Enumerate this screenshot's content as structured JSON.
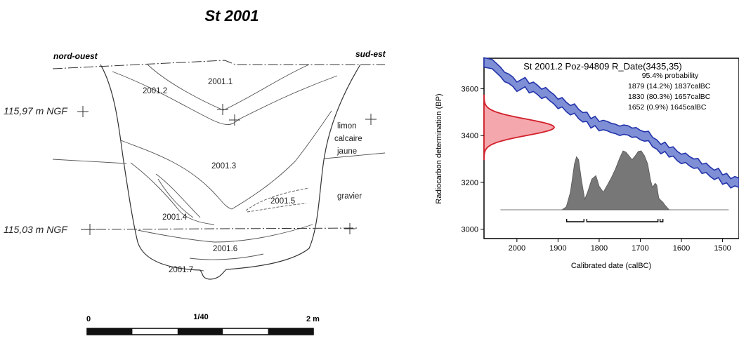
{
  "title": "St 2001",
  "section": {
    "orientation_left": "nord-ouest",
    "orientation_right": "sud-est",
    "elevation_upper": "115,97 m NGF",
    "elevation_lower": "115,03 m NGF",
    "layers": [
      "2001.1",
      "2001.2",
      "2001.3",
      "2001.4",
      "2001.5",
      "2001.6",
      "2001.7"
    ],
    "sediment_label_1": "limon",
    "sediment_label_2": "calcaire",
    "sediment_label_3": "jaune",
    "sediment_label_4": "gravier"
  },
  "scale_bar": {
    "start_label": "0",
    "ratio_label": "1/40",
    "end_label": "2 m",
    "segments": 5
  },
  "chart_data": {
    "type": "area",
    "title": "St 2001.2 Poz-94809 R_Date(3435,35)",
    "probability_label": "95.4% probability",
    "ranges": [
      "1879 (14.2%) 1837calBC",
      "1830 (80.3%) 1657calBC",
      "1652 (0.9%) 1645calBC"
    ],
    "xlabel": "Calibrated date (calBC)",
    "ylabel": "Radiocarbon determination (BP)",
    "xlim": [
      2080,
      1460
    ],
    "ylim": [
      2960,
      3730
    ],
    "x_ticks": [
      "2000",
      "1900",
      "1800",
      "1700",
      "1600",
      "1500"
    ],
    "y_ticks": [
      "3000",
      "3200",
      "3400",
      "3600"
    ],
    "radiocarbon_date": {
      "mean_bp": 3435,
      "error_bp": 35
    },
    "calibration_curve_bp": [
      [
        2080,
        3712
      ],
      [
        2060,
        3705
      ],
      [
        2040,
        3672
      ],
      [
        2030,
        3650
      ],
      [
        2020,
        3643
      ],
      [
        2010,
        3630
      ],
      [
        2000,
        3608
      ],
      [
        1990,
        3618
      ],
      [
        1980,
        3628
      ],
      [
        1970,
        3602
      ],
      [
        1960,
        3608
      ],
      [
        1950,
        3595
      ],
      [
        1940,
        3578
      ],
      [
        1930,
        3585
      ],
      [
        1920,
        3568
      ],
      [
        1910,
        3555
      ],
      [
        1900,
        3535
      ],
      [
        1890,
        3542
      ],
      [
        1880,
        3522
      ],
      [
        1870,
        3508
      ],
      [
        1860,
        3515
      ],
      [
        1850,
        3492
      ],
      [
        1840,
        3478
      ],
      [
        1830,
        3480
      ],
      [
        1820,
        3452
      ],
      [
        1810,
        3462
      ],
      [
        1800,
        3440
      ],
      [
        1790,
        3445
      ],
      [
        1780,
        3440
      ],
      [
        1770,
        3432
      ],
      [
        1760,
        3428
      ],
      [
        1750,
        3420
      ],
      [
        1740,
        3425
      ],
      [
        1730,
        3422
      ],
      [
        1720,
        3412
      ],
      [
        1710,
        3414
      ],
      [
        1700,
        3402
      ],
      [
        1690,
        3396
      ],
      [
        1680,
        3398
      ],
      [
        1670,
        3372
      ],
      [
        1660,
        3362
      ],
      [
        1650,
        3342
      ],
      [
        1640,
        3352
      ],
      [
        1630,
        3328
      ],
      [
        1620,
        3332
      ],
      [
        1610,
        3312
      ],
      [
        1600,
        3300
      ],
      [
        1590,
        3305
      ],
      [
        1580,
        3290
      ],
      [
        1570,
        3280
      ],
      [
        1560,
        3282
      ],
      [
        1550,
        3258
      ],
      [
        1540,
        3262
      ],
      [
        1530,
        3245
      ],
      [
        1520,
        3232
      ],
      [
        1510,
        3240
      ],
      [
        1500,
        3212
      ],
      [
        1490,
        3218
      ],
      [
        1480,
        3196
      ],
      [
        1470,
        3205
      ],
      [
        1460,
        3198
      ]
    ],
    "calibrated_distribution": [
      [
        1890,
        0.0
      ],
      [
        1880,
        0.05
      ],
      [
        1870,
        0.3
      ],
      [
        1860,
        0.78
      ],
      [
        1855,
        0.9
      ],
      [
        1850,
        0.85
      ],
      [
        1843,
        0.5
      ],
      [
        1835,
        0.18
      ],
      [
        1828,
        0.3
      ],
      [
        1818,
        0.52
      ],
      [
        1808,
        0.58
      ],
      [
        1800,
        0.4
      ],
      [
        1790,
        0.3
      ],
      [
        1780,
        0.42
      ],
      [
        1770,
        0.55
      ],
      [
        1760,
        0.7
      ],
      [
        1750,
        0.88
      ],
      [
        1742,
        1.0
      ],
      [
        1735,
        0.98
      ],
      [
        1728,
        0.92
      ],
      [
        1720,
        0.85
      ],
      [
        1712,
        0.92
      ],
      [
        1705,
        0.99
      ],
      [
        1698,
        1.0
      ],
      [
        1690,
        0.92
      ],
      [
        1682,
        0.78
      ],
      [
        1675,
        0.5
      ],
      [
        1670,
        0.38
      ],
      [
        1664,
        0.45
      ],
      [
        1660,
        0.42
      ],
      [
        1655,
        0.2
      ],
      [
        1650,
        0.16
      ],
      [
        1645,
        0.13
      ],
      [
        1640,
        0.08
      ],
      [
        1630,
        0.0
      ]
    ],
    "range_brackets": [
      [
        1879,
        1837
      ],
      [
        1830,
        1657
      ],
      [
        1652,
        1645
      ]
    ]
  }
}
